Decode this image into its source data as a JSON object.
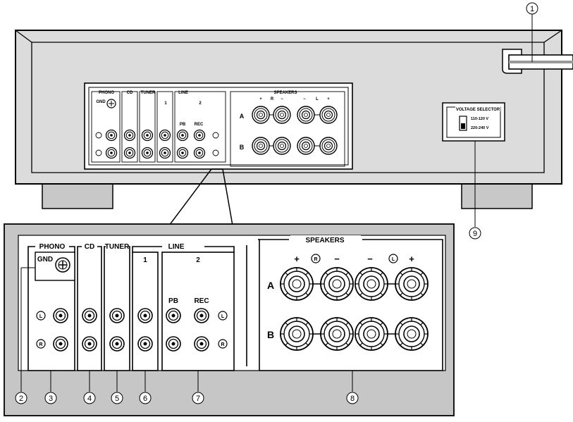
{
  "callouts": [
    "1",
    "2",
    "3",
    "4",
    "5",
    "6",
    "7",
    "8",
    "9"
  ],
  "top_panel": {
    "groups": {
      "phono": "PHONO",
      "cd": "CD",
      "tuner": "TUNER",
      "line": "LINE",
      "speakers": "SPEAKERS"
    },
    "gnd": "GND",
    "line_sub": [
      "1",
      "2"
    ],
    "pb": "PB",
    "rec": "REC",
    "ch_L": "L",
    "ch_R": "R",
    "spk_plus": "+",
    "spk_minus": "−",
    "spk_row_a": "A",
    "spk_row_b": "B",
    "voltage_selector": {
      "title": "VOLTAGE SELECTOR",
      "options": [
        "110-120 V",
        "220-240 V"
      ]
    }
  },
  "zoom_panel": {
    "groups": {
      "phono": "PHONO",
      "cd": "CD",
      "tuner": "TUNER",
      "line": "LINE",
      "speakers": "SPEAKERS"
    },
    "gnd": "GND",
    "line_sub": [
      "1",
      "2"
    ],
    "pb": "PB",
    "rec": "REC",
    "ch_L": "L",
    "ch_R": "R",
    "spk_plus": "+",
    "spk_minus": "−",
    "spk_row_a": "A",
    "spk_row_b": "B"
  }
}
